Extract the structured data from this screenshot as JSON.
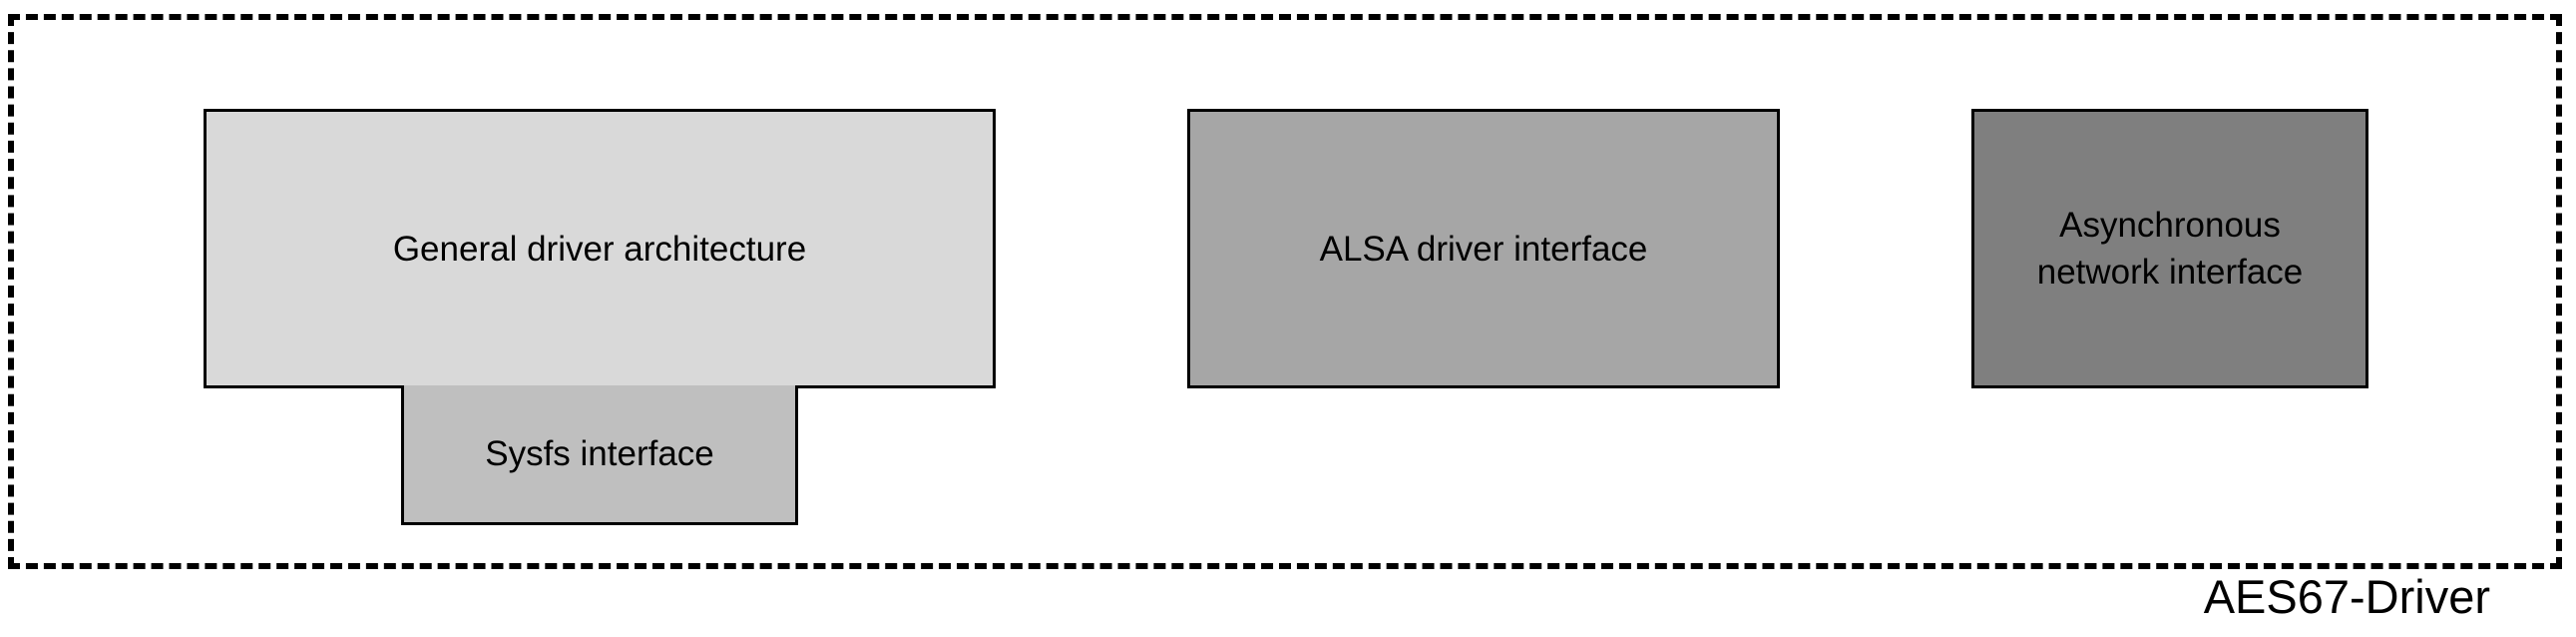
{
  "diagram": {
    "container_label": "AES67-Driver",
    "blocks": [
      {
        "id": "general",
        "label": "General driver architecture",
        "fill": "#d9d9d9"
      },
      {
        "id": "sysfs",
        "label": "Sysfs interface",
        "fill": "#bfbfbf"
      },
      {
        "id": "alsa",
        "label": "ALSA driver interface",
        "fill": "#a6a6a6"
      },
      {
        "id": "async",
        "label": "Asynchronous\nnetwork interface",
        "fill": "#7f7f7f"
      }
    ]
  }
}
